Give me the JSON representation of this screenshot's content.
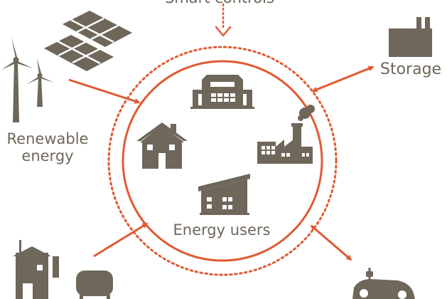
{
  "labels": {
    "smart_controls": "Smart controls",
    "storage": "Storage",
    "renewable_line1": "Renewable",
    "renewable_line2": "energy",
    "energy_users": "Energy users"
  },
  "icons": [
    "wind-turbine-icon",
    "solar-panel-icon",
    "office-building-icon",
    "house-icon",
    "factory-icon",
    "apartment-icon",
    "storage-facility-icon",
    "generator-shed-icon",
    "fuel-tank-icon",
    "electric-car-icon"
  ],
  "colors": {
    "accent": "#e05a33",
    "icon": "#6e675a"
  }
}
